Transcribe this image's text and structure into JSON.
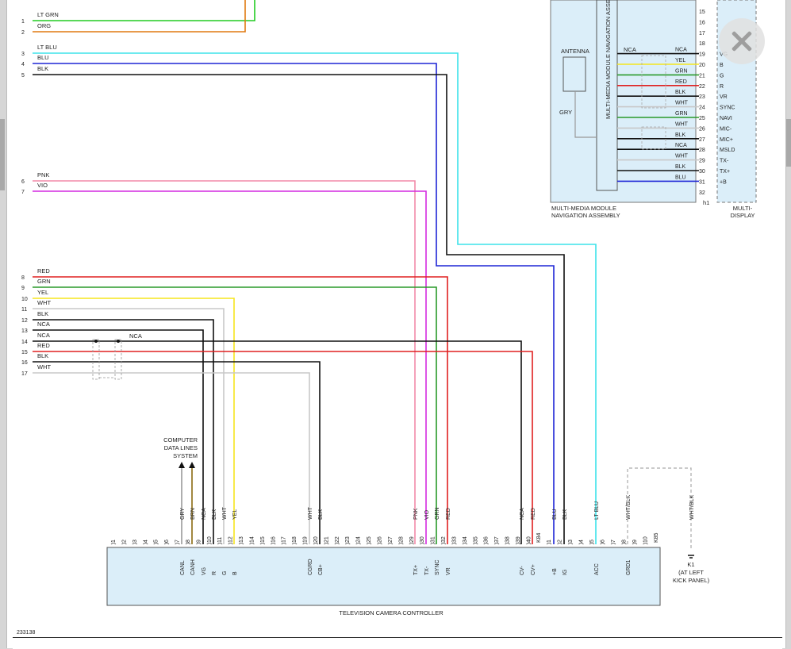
{
  "diagram_id": "233138",
  "left_wires": [
    {
      "pin": "1",
      "color": "LT GRN"
    },
    {
      "pin": "2",
      "color": "ORG"
    },
    {
      "pin": "3",
      "color": "LT BLU"
    },
    {
      "pin": "4",
      "color": "BLU"
    },
    {
      "pin": "5",
      "color": "BLK"
    },
    {
      "pin": "6",
      "color": "PNK"
    },
    {
      "pin": "7",
      "color": "VIO"
    },
    {
      "pin": "8",
      "color": "RED"
    },
    {
      "pin": "9",
      "color": "GRN"
    },
    {
      "pin": "10",
      "color": "YEL"
    },
    {
      "pin": "11",
      "color": "WHT"
    },
    {
      "pin": "12",
      "color": "BLK"
    },
    {
      "pin": "13",
      "color": "NCA"
    },
    {
      "pin": "14",
      "color": "NCA"
    },
    {
      "pin": "15",
      "color": "RED"
    },
    {
      "pin": "16",
      "color": "BLK"
    },
    {
      "pin": "17",
      "color": "WHT"
    }
  ],
  "splice_label": "NCA",
  "computer_label": [
    "COMPUTER",
    "DATA LINES",
    "SYSTEM"
  ],
  "tcc": {
    "title": "TELEVISION CAMERA CONTROLLER",
    "pins_a": [
      "1",
      "2",
      "3",
      "4",
      "5",
      "6",
      "7",
      "8",
      "9",
      "10",
      "11",
      "12",
      "13",
      "14",
      "15",
      "16",
      "17",
      "18",
      "19",
      "20",
      "21",
      "22",
      "23",
      "24",
      "25",
      "26",
      "27",
      "28",
      "29",
      "30",
      "31",
      "32",
      "33",
      "34",
      "35",
      "36",
      "37",
      "38",
      "39",
      "40"
    ],
    "connector_a": "K84",
    "pins_b": [
      "1",
      "2",
      "3",
      "4",
      "5",
      "6",
      "7",
      "8",
      "9",
      "10"
    ],
    "connector_b": "K85",
    "wire_labels": [
      {
        "pin": "7",
        "color": "GRY",
        "func": "CANL"
      },
      {
        "pin": "8",
        "color": "BRN",
        "func": "CANH"
      },
      {
        "pin": "9",
        "color": "NCA",
        "func": "VG"
      },
      {
        "pin": "10",
        "color": "BLK",
        "func": "R"
      },
      {
        "pin": "11",
        "color": "WHT",
        "func": "G"
      },
      {
        "pin": "12",
        "color": "YEL",
        "func": "B"
      },
      {
        "pin": "19",
        "color": "WHT",
        "func": "CGRD"
      },
      {
        "pin": "20",
        "color": "BLK",
        "func": "CB+"
      },
      {
        "pin": "29",
        "color": "PNK",
        "func": "TX+"
      },
      {
        "pin": "30",
        "color": "VIO",
        "func": "TX-"
      },
      {
        "pin": "31",
        "color": "GRN",
        "func": "SYNC"
      },
      {
        "pin": "32",
        "color": "RED",
        "func": "VR"
      },
      {
        "pin": "39",
        "color": "NCA",
        "func": "CV-"
      },
      {
        "pin": "40",
        "color": "RED",
        "func": "CV+"
      },
      {
        "pin": "1",
        "color": "BLU",
        "func": "+B"
      },
      {
        "pin": "2",
        "color": "BLK",
        "func": "IG"
      },
      {
        "pin": "5",
        "color": "LT BLU",
        "func": "ACC"
      },
      {
        "pin": "8",
        "color": "WHT/BLK",
        "func": "GRD1"
      }
    ]
  },
  "ground": {
    "color": "WHT/BLK",
    "name": "K1",
    "location": "(AT LEFT",
    "location2": "KICK PANEL)"
  },
  "nav": {
    "title": "MULTI-MEDIA MODULE NAVIGATION ASSEMBLY",
    "title_line1": "MULTI-MEDIA MODULE",
    "title_line2": "NAVIGATION ASSEMBLY",
    "antenna": "ANTENNA",
    "antenna_wire": "GRY",
    "nca_label": "NCA",
    "wires": [
      {
        "pin": "19",
        "color": "NCA",
        "func": "VG"
      },
      {
        "pin": "20",
        "color": "YEL",
        "func": "B"
      },
      {
        "pin": "21",
        "color": "GRN",
        "func": "G"
      },
      {
        "pin": "22",
        "color": "RED",
        "func": "R"
      },
      {
        "pin": "23",
        "color": "BLK",
        "func": "VR"
      },
      {
        "pin": "24",
        "color": "WHT",
        "func": "SYNC"
      },
      {
        "pin": "25",
        "color": "GRN",
        "func": "NAVI"
      },
      {
        "pin": "26",
        "color": "WHT",
        "func": "MIC-"
      },
      {
        "pin": "27",
        "color": "BLK",
        "func": "MIC+"
      },
      {
        "pin": "28",
        "color": "NCA",
        "func": "MSLD"
      },
      {
        "pin": "29",
        "color": "WHT",
        "func": "TX-"
      },
      {
        "pin": "30",
        "color": "BLK",
        "func": "TX+"
      },
      {
        "pin": "31",
        "color": "BLU",
        "func": "+B"
      }
    ],
    "upper_pins": [
      "15",
      "16",
      "17",
      "18"
    ],
    "last_pin": "32",
    "connector": "h1",
    "display": [
      "MULTI-",
      "DISPLAY"
    ]
  },
  "colors": {
    "LT GRN": "#22cc22",
    "ORG": "#e07a10",
    "LT BLU": "#3de3ea",
    "BLU": "#1f26d6",
    "BLK": "#111111",
    "PNK": "#f28aa8",
    "VIO": "#d42ae0",
    "RED": "#e02020",
    "GRN": "#2a9a2a",
    "YEL": "#f5e51d",
    "WHT": "#c8c8c8",
    "NCA": "#111111",
    "GRY": "#9a9a9a",
    "BRN": "#8a6a12",
    "WHT/BLK": "#bbbbbb"
  }
}
